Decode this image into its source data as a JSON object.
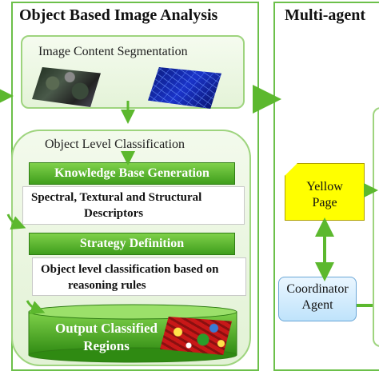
{
  "left_panel": {
    "title": "Object Based Image Analysis",
    "segmentation": {
      "title": "Image Content Segmentation"
    },
    "classification": {
      "title": "Object Level Classification",
      "knowledge_base": "Knowledge Base Generation",
      "descriptors_line1": "Spectral, Textural and Structural",
      "descriptors_line2": "Descriptors",
      "strategy": "Strategy Definition",
      "rules_line1": "Object level classification based on",
      "rules_line2": "reasoning rules",
      "output_line1": "Output Classified",
      "output_line2": "Regions"
    }
  },
  "right_panel": {
    "title": "Multi-agent",
    "yellow_page_line1": "Yellow",
    "yellow_page_line2": "Page",
    "coordinator_line1": "Coordinator",
    "coordinator_line2": "Agent"
  },
  "colors": {
    "panel_border": "#6cc04a",
    "bar_green": "#3f9e1c",
    "arrow_green": "#5cb82e",
    "yellow_page": "#ffff00",
    "coordinator": "#bfe3fb"
  }
}
